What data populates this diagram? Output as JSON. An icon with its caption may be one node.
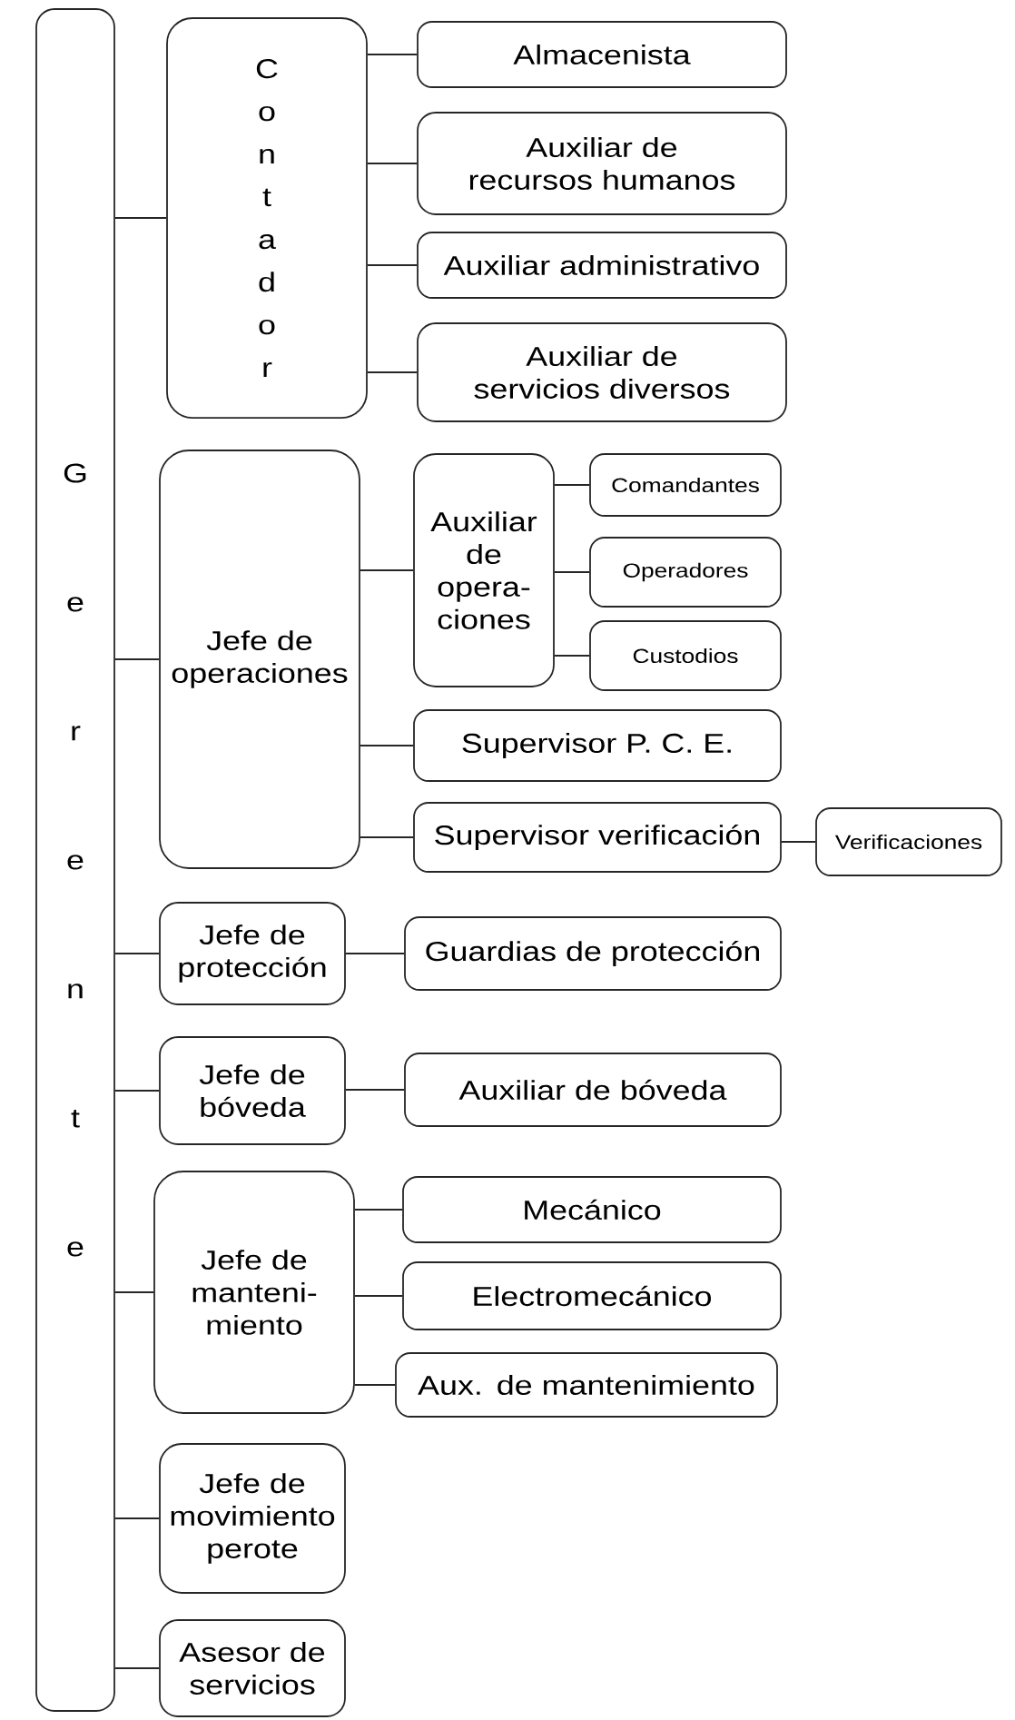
{
  "diagram": {
    "nodes": [
      {
        "text": [
          "Gerente"
        ]
      },
      {
        "text": [
          "Contador"
        ]
      },
      {
        "text": [
          "Almacenista"
        ]
      },
      {
        "text": [
          "Auxiliar de recursos humanos"
        ]
      },
      {
        "text": [
          "Auxiliar administrativo"
        ]
      },
      {
        "text": [
          "Auxiliar de servicios diversos"
        ]
      },
      {
        "text": [
          "Jefe de operaciones"
        ]
      },
      {
        "text": [
          "Auxiliar de opera-ciones"
        ]
      },
      {
        "text": [
          "Comandantes"
        ]
      },
      {
        "text": [
          "Operadores"
        ]
      },
      {
        "text": [
          "Custodios"
        ]
      },
      {
        "text": [
          "Supervisor P. C. E."
        ]
      },
      {
        "text": [
          "Supervisor verificación"
        ]
      },
      {
        "text": [
          "Verificaciones"
        ]
      },
      {
        "text": [
          "Jefe de protección"
        ]
      },
      {
        "text": [
          "Guardias de protección"
        ]
      },
      {
        "text": [
          "Jefe de bóveda"
        ]
      },
      {
        "text": [
          "Auxiliar de bóveda"
        ]
      },
      {
        "text": [
          "Jefe de manteni-miento"
        ]
      },
      {
        "text": [
          "Mecánico"
        ]
      },
      {
        "text": [
          "Electromecánico"
        ]
      },
      {
        "text": [
          "Aux. de mantenimiento"
        ]
      },
      {
        "text": [
          "Jefe de movimiento perote"
        ]
      },
      {
        "text": [
          "Asesor de servicios"
        ]
      }
    ],
    "edges": [
      {
        "from": 0,
        "to": 1,
        "arrow": "none"
      },
      {
        "from": 1,
        "to": 2,
        "arrow": "none"
      },
      {
        "from": 1,
        "to": 3,
        "arrow": "none"
      },
      {
        "from": 1,
        "to": 4,
        "arrow": "none"
      },
      {
        "from": 1,
        "to": 5,
        "arrow": "none"
      },
      {
        "from": 0,
        "to": 6,
        "arrow": "none"
      },
      {
        "from": 6,
        "to": 7,
        "arrow": "none"
      },
      {
        "from": 7,
        "to": 8,
        "arrow": "none"
      },
      {
        "from": 7,
        "to": 9,
        "arrow": "none"
      },
      {
        "from": 7,
        "to": 10,
        "arrow": "none"
      },
      {
        "from": 6,
        "to": 11,
        "arrow": "none"
      },
      {
        "from": 6,
        "to": 12,
        "arrow": "none"
      },
      {
        "from": 12,
        "to": 13,
        "arrow": "none"
      },
      {
        "from": 0,
        "to": 14,
        "arrow": "none"
      },
      {
        "from": 14,
        "to": 15,
        "arrow": "none"
      },
      {
        "from": 0,
        "to": 16,
        "arrow": "none"
      },
      {
        "from": 16,
        "to": 17,
        "arrow": "none"
      },
      {
        "from": 0,
        "to": 18,
        "arrow": "none"
      },
      {
        "from": 18,
        "to": 19,
        "arrow": "none"
      },
      {
        "from": 18,
        "to": 20,
        "arrow": "none"
      },
      {
        "from": 18,
        "to": 21,
        "arrow": "none"
      },
      {
        "from": 0,
        "to": 22,
        "arrow": "none"
      },
      {
        "from": 0,
        "to": 23,
        "arrow": "none"
      }
    ]
  }
}
